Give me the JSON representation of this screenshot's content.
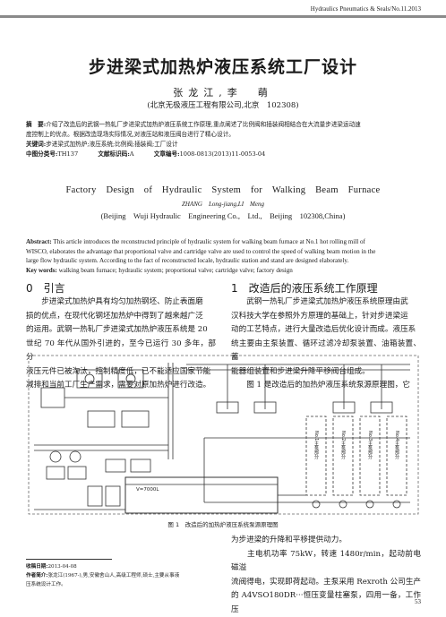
{
  "header": {
    "journal": "Hydraulics Pneumatics & Seals/No.11.2013"
  },
  "article": {
    "title_cn": "步进梁式加热炉液压系统工厂设计",
    "authors_cn": "张龙江,李　萌",
    "affiliation_cn": "(北京无极液压工程有限公司,北京　102308)",
    "abstract_label": "摘　要:",
    "abstract_cn_line1": "介绍了改造后的武钢一热轧厂步进梁式加热炉液压系统工作原理,重点阐述了比例阀和插装阀相结合在大流量步进梁运动速",
    "abstract_cn_line2": "度控制上的优点。根据改造现场实际情况,对液压站和液压阀台进行了精心设计。",
    "keywords_label": "关键词:",
    "keywords_cn": "步进梁式加热炉;液压系统;比例阀;插装阀;工厂设计",
    "clc_label": "中图分类号:",
    "clc": "TH137",
    "doc_code_label": "文献标识码:",
    "doc_code": "A",
    "article_no_label": "文章编号:",
    "article_no": "1008-0813(2013)11-0053-04",
    "title_en": "Factory　Design　of　Hydraulic　System　for　Walking　Beam　Furnace",
    "authors_en": "ZHANG　Long-jiang,LI　Meng",
    "affiliation_en": "(Beijing　Wuji Hydraulic　Engineering Co.,　Ltd.,　Beijing　102308,China)",
    "abstract_en_label": "Abstract:",
    "abstract_en_line1": "This article introduces the reconstructed principle of hydraulic system for walking beam furnace at No.1 hot rolling mill of",
    "abstract_en_line2": "WISCO, elaborates the advantage that proportional valve and cartridge valve are used to control the speed of walking beam motion in the",
    "abstract_en_line3": "large flow hydraulic system.  According to the fact of reconstructed locale,  hydraulic station and stand are designed elaborately.",
    "keywords_en_label": "Key  words:",
    "keywords_en": "walking beam furnace; hydraulic system; proportional valve; cartridge valve; factory design"
  },
  "sections": {
    "intro_title": "0　引言",
    "intro_lines": [
      "　　步进梁式加热炉具有均匀加热钢坯、防止表面磨",
      "损的优点，在现代化钢坯加热炉中得到了越来越广泛",
      "的运用。武钢一热轧厂步进梁式加热炉液压系统是 20",
      "世纪 70 年代从国外引进的，至今已运行 30 多年，部分",
      "液压元件已被淘汰，控制精度低，已不能适应国家节能",
      "减排和当前工厂生产需求，需要对原加热炉进行改造。"
    ],
    "principle_title": "1　改造后的液压系统工作原理",
    "principle_lines": [
      "　　武钢一热轧厂步进梁式加热炉液压系统原理由武",
      "汉科技大学在参照外方原理的基础上，针对步进梁运",
      "动的工艺特点，进行大量改造后优化设计而成。液压系",
      "统主要由主泵装置、循环过滤冷却泵装置、油箱装置、蓄",
      "能器组装置和步进梁升降平移阀台组成。",
      "　　图 1 是改造后的加热炉液压系统泵源原理图，它"
    ],
    "continued_lines": [
      "为步进梁的升降和平移提供动力。",
      "　　主电机功率 75kW，转速 1480r/min，起动前电磁溢",
      "流阀得电，实现即荷起动。主泵采用 Rexroth 公司生产",
      "的 A4VSO180DR···恒压变量柱塞泵，四用一备，工作压"
    ]
  },
  "figure": {
    "caption": "图 1　改造后的加热炉液压系统泵源原理图",
    "tank_label": "V=7000L",
    "pump_labels": [
      "No.1主泵部分",
      "No.2主泵部分",
      "No.3主泵部分",
      "No.4主泵部分"
    ]
  },
  "footnote": {
    "received_label": "收稿日期:",
    "received": "2013-04-08",
    "author_label": "作者简介:",
    "author_line1": "张龙江(1967-),男,安徽舍山人,高级工程师,硕士,主要从事液",
    "author_line2": "压系统设计工作。"
  },
  "page_number": "53"
}
